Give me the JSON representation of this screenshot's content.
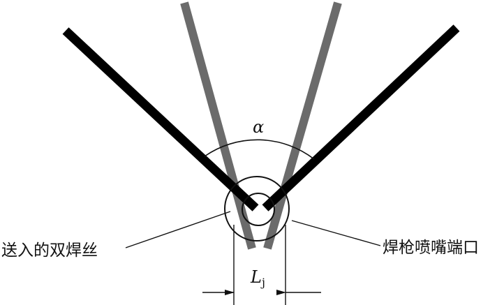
{
  "labels": {
    "angle": "α",
    "spacing_main": "L",
    "spacing_sub": "j",
    "left_callout": "送入的双焊丝",
    "right_callout": "焊枪喷嘴端口"
  },
  "colors": {
    "black_wire": "#000000",
    "gray_wire": "#6b6b6b",
    "line": "#111111"
  }
}
